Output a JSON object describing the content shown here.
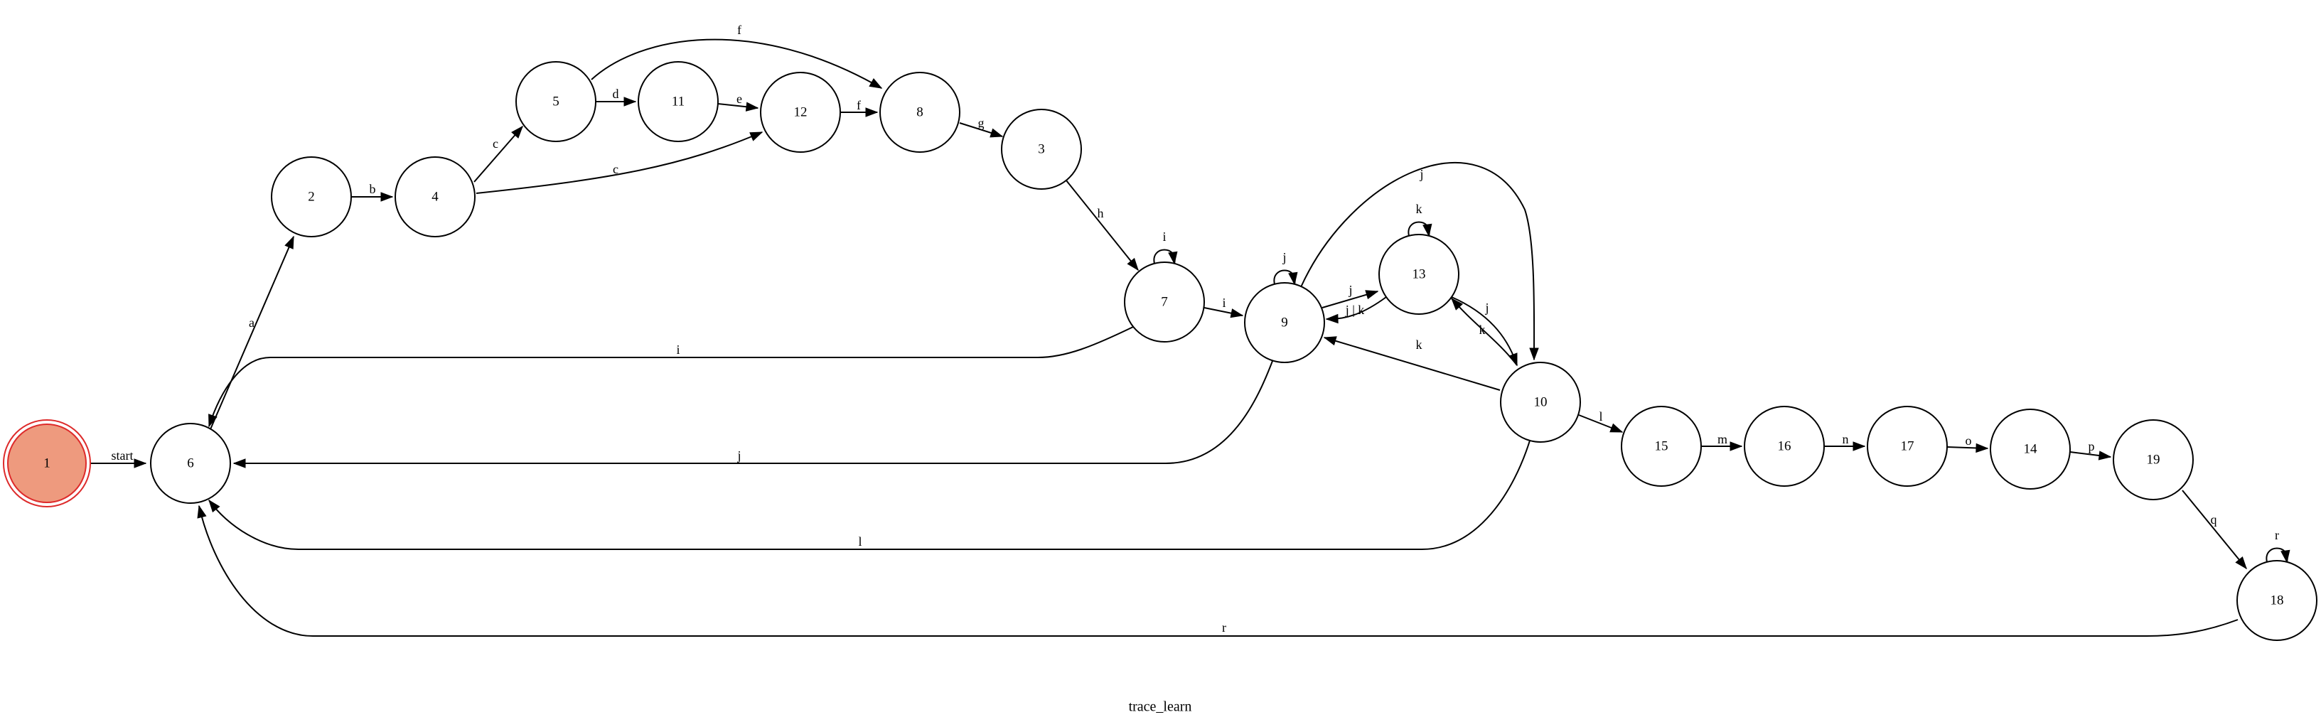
{
  "caption": "trace_learn",
  "colors": {
    "start_fill": "#ee9a7e",
    "start_stroke": "#dd2b2b",
    "line": "#000000"
  },
  "nodes": [
    {
      "id": "1"
    },
    {
      "id": "6"
    },
    {
      "id": "2"
    },
    {
      "id": "4"
    },
    {
      "id": "5"
    },
    {
      "id": "11"
    },
    {
      "id": "12"
    },
    {
      "id": "8"
    },
    {
      "id": "3"
    },
    {
      "id": "7"
    },
    {
      "id": "9"
    },
    {
      "id": "13"
    },
    {
      "id": "10"
    },
    {
      "id": "15"
    },
    {
      "id": "16"
    },
    {
      "id": "17"
    },
    {
      "id": "14"
    },
    {
      "id": "19"
    },
    {
      "id": "18"
    }
  ],
  "start_node": "1",
  "edges": [
    {
      "from": "1",
      "to": "6",
      "label": "start"
    },
    {
      "from": "6",
      "to": "2",
      "label": "a"
    },
    {
      "from": "2",
      "to": "4",
      "label": "b"
    },
    {
      "from": "4",
      "to": "5",
      "label": "c"
    },
    {
      "from": "4",
      "to": "12",
      "label": "c"
    },
    {
      "from": "5",
      "to": "11",
      "label": "d"
    },
    {
      "from": "5",
      "to": "8",
      "label": "f"
    },
    {
      "from": "11",
      "to": "12",
      "label": "e"
    },
    {
      "from": "12",
      "to": "8",
      "label": "f"
    },
    {
      "from": "8",
      "to": "3",
      "label": "g"
    },
    {
      "from": "3",
      "to": "7",
      "label": "h"
    },
    {
      "from": "7",
      "to": "7",
      "label": "i"
    },
    {
      "from": "7",
      "to": "9",
      "label": "i"
    },
    {
      "from": "7",
      "to": "6",
      "label": "i"
    },
    {
      "from": "9",
      "to": "9",
      "label": "j"
    },
    {
      "from": "9",
      "to": "13",
      "label": "j"
    },
    {
      "from": "9",
      "to": "10",
      "label": "j"
    },
    {
      "from": "9",
      "to": "6",
      "label": "j"
    },
    {
      "from": "13",
      "to": "13",
      "label": "k"
    },
    {
      "from": "13",
      "to": "9",
      "label": "j | k"
    },
    {
      "from": "13",
      "to": "10",
      "label": "j"
    },
    {
      "from": "10",
      "to": "13",
      "label": "k"
    },
    {
      "from": "10",
      "to": "9",
      "label": "k"
    },
    {
      "from": "10",
      "to": "15",
      "label": "l"
    },
    {
      "from": "10",
      "to": "6",
      "label": "l"
    },
    {
      "from": "15",
      "to": "16",
      "label": "m"
    },
    {
      "from": "16",
      "to": "17",
      "label": "n"
    },
    {
      "from": "17",
      "to": "14",
      "label": "o"
    },
    {
      "from": "14",
      "to": "19",
      "label": "p"
    },
    {
      "from": "19",
      "to": "18",
      "label": "q"
    },
    {
      "from": "18",
      "to": "18",
      "label": "r"
    },
    {
      "from": "18",
      "to": "6",
      "label": "r"
    }
  ]
}
